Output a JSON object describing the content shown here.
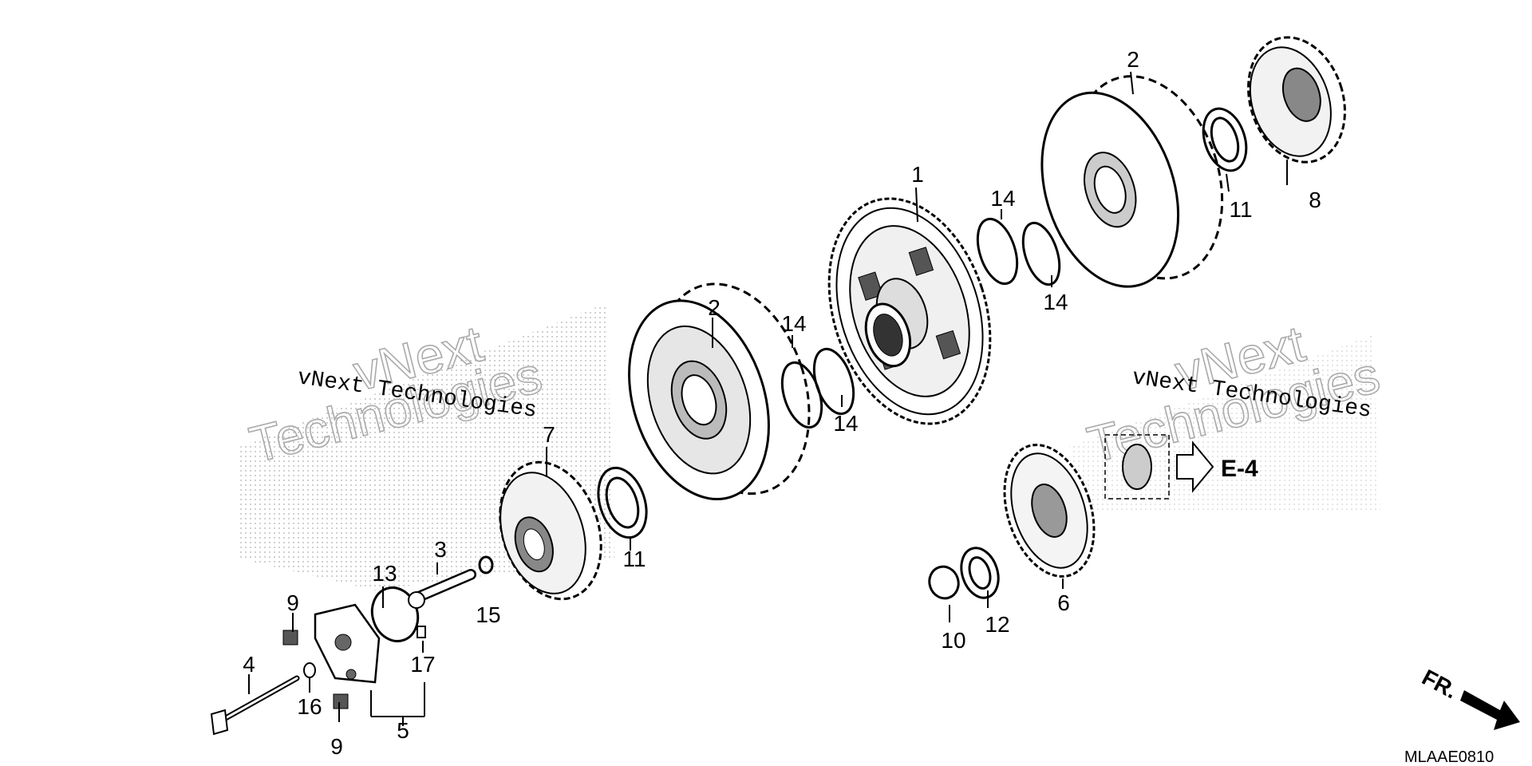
{
  "diagram": {
    "code": "MLAAE0810",
    "reference_label": "E-4",
    "front_marker": "FR.",
    "watermark": {
      "line_small": "vNext Technologies",
      "big_top": "vNext",
      "big_bottom": "Technologies"
    },
    "callouts": {
      "c1": "1",
      "c2a": "2",
      "c2b": "2",
      "c3": "3",
      "c4": "4",
      "c5": "5",
      "c6": "6",
      "c7": "7",
      "c8": "8",
      "c9a": "9",
      "c9b": "9",
      "c10": "10",
      "c11a": "11",
      "c11b": "11",
      "c12": "12",
      "c13": "13",
      "c14a": "14",
      "c14b": "14",
      "c14c": "14",
      "c14d": "14",
      "c15": "15",
      "c16": "16",
      "c17": "17"
    }
  }
}
